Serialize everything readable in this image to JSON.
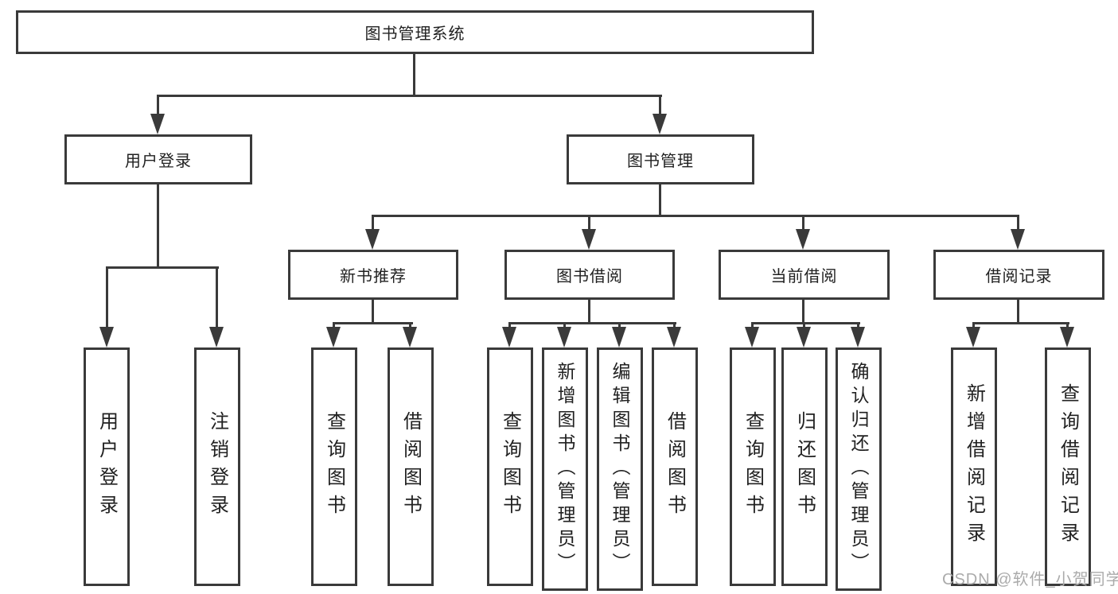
{
  "colors": {
    "line": "#3a3a3a",
    "text": "#212121",
    "box_bg": "#ffffff",
    "watermark": "#ababab"
  },
  "watermark": {
    "text": "CSDN @软件_小贺同学"
  },
  "nodes": {
    "root": {
      "label": "图书管理系统"
    },
    "user_login": {
      "label": "用户登录"
    },
    "book_mgmt": {
      "label": "图书管理"
    },
    "new_book_rec": {
      "label": "新书推荐"
    },
    "book_borrow": {
      "label": "图书借阅"
    },
    "current_borrow": {
      "label": "当前借阅"
    },
    "borrow_records": {
      "label": "借阅记录"
    },
    "ul_login": {
      "label": "用户登录"
    },
    "ul_logout": {
      "label": "注销登录"
    },
    "nbr_query": {
      "label": "查询图书"
    },
    "nbr_borrow": {
      "label": "借阅图书"
    },
    "bb_query": {
      "label": "查询图书"
    },
    "bb_add": {
      "label": "新增图书（管理员）"
    },
    "bb_edit": {
      "label": "编辑图书（管理员）"
    },
    "bb_borrow": {
      "label": "借阅图书"
    },
    "cb_query": {
      "label": "查询图书"
    },
    "cb_return": {
      "label": "归还图书"
    },
    "cb_confirm": {
      "label": "确认归还（管理员）"
    },
    "br_add": {
      "label": "新增借阅记录"
    },
    "br_query": {
      "label": "查询借阅记录"
    }
  }
}
